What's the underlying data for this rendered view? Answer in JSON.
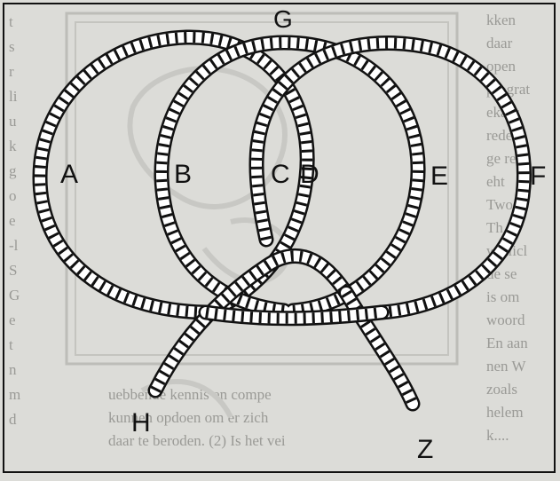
{
  "diagram": {
    "labels": {
      "A": "A",
      "B": "B",
      "C": "C",
      "D": "D",
      "E": "E",
      "F": "F",
      "G": "G",
      "H": "H",
      "Z": "Z"
    },
    "background_text": {
      "right_column": [
        "kken",
        "daar",
        "open",
        "prograt",
        "ekaar",
        "reder",
        "ge rea",
        "eht",
        "Twoo",
        "Th e",
        "wellicl",
        "de se",
        "is om",
        "woord",
        "En aan",
        "nen W",
        "zoals",
        "helem",
        "k...."
      ],
      "bottom_caption": [
        "uebbende kennis en compe",
        "kunnen opdoen om er zich",
        "daar te beroden. (2) Is het vei"
      ],
      "left_column": [
        "t",
        "s",
        "r",
        "li",
        "u",
        "k",
        "g",
        "o",
        "e",
        "-l",
        "S",
        "G",
        "e",
        "t",
        "n",
        "m",
        "d"
      ]
    },
    "colors": {
      "rope_stroke": "#111111",
      "rope_fill": "#ffffff",
      "background": "#dcdcd8",
      "ghost_text": "#9a9a96"
    }
  }
}
